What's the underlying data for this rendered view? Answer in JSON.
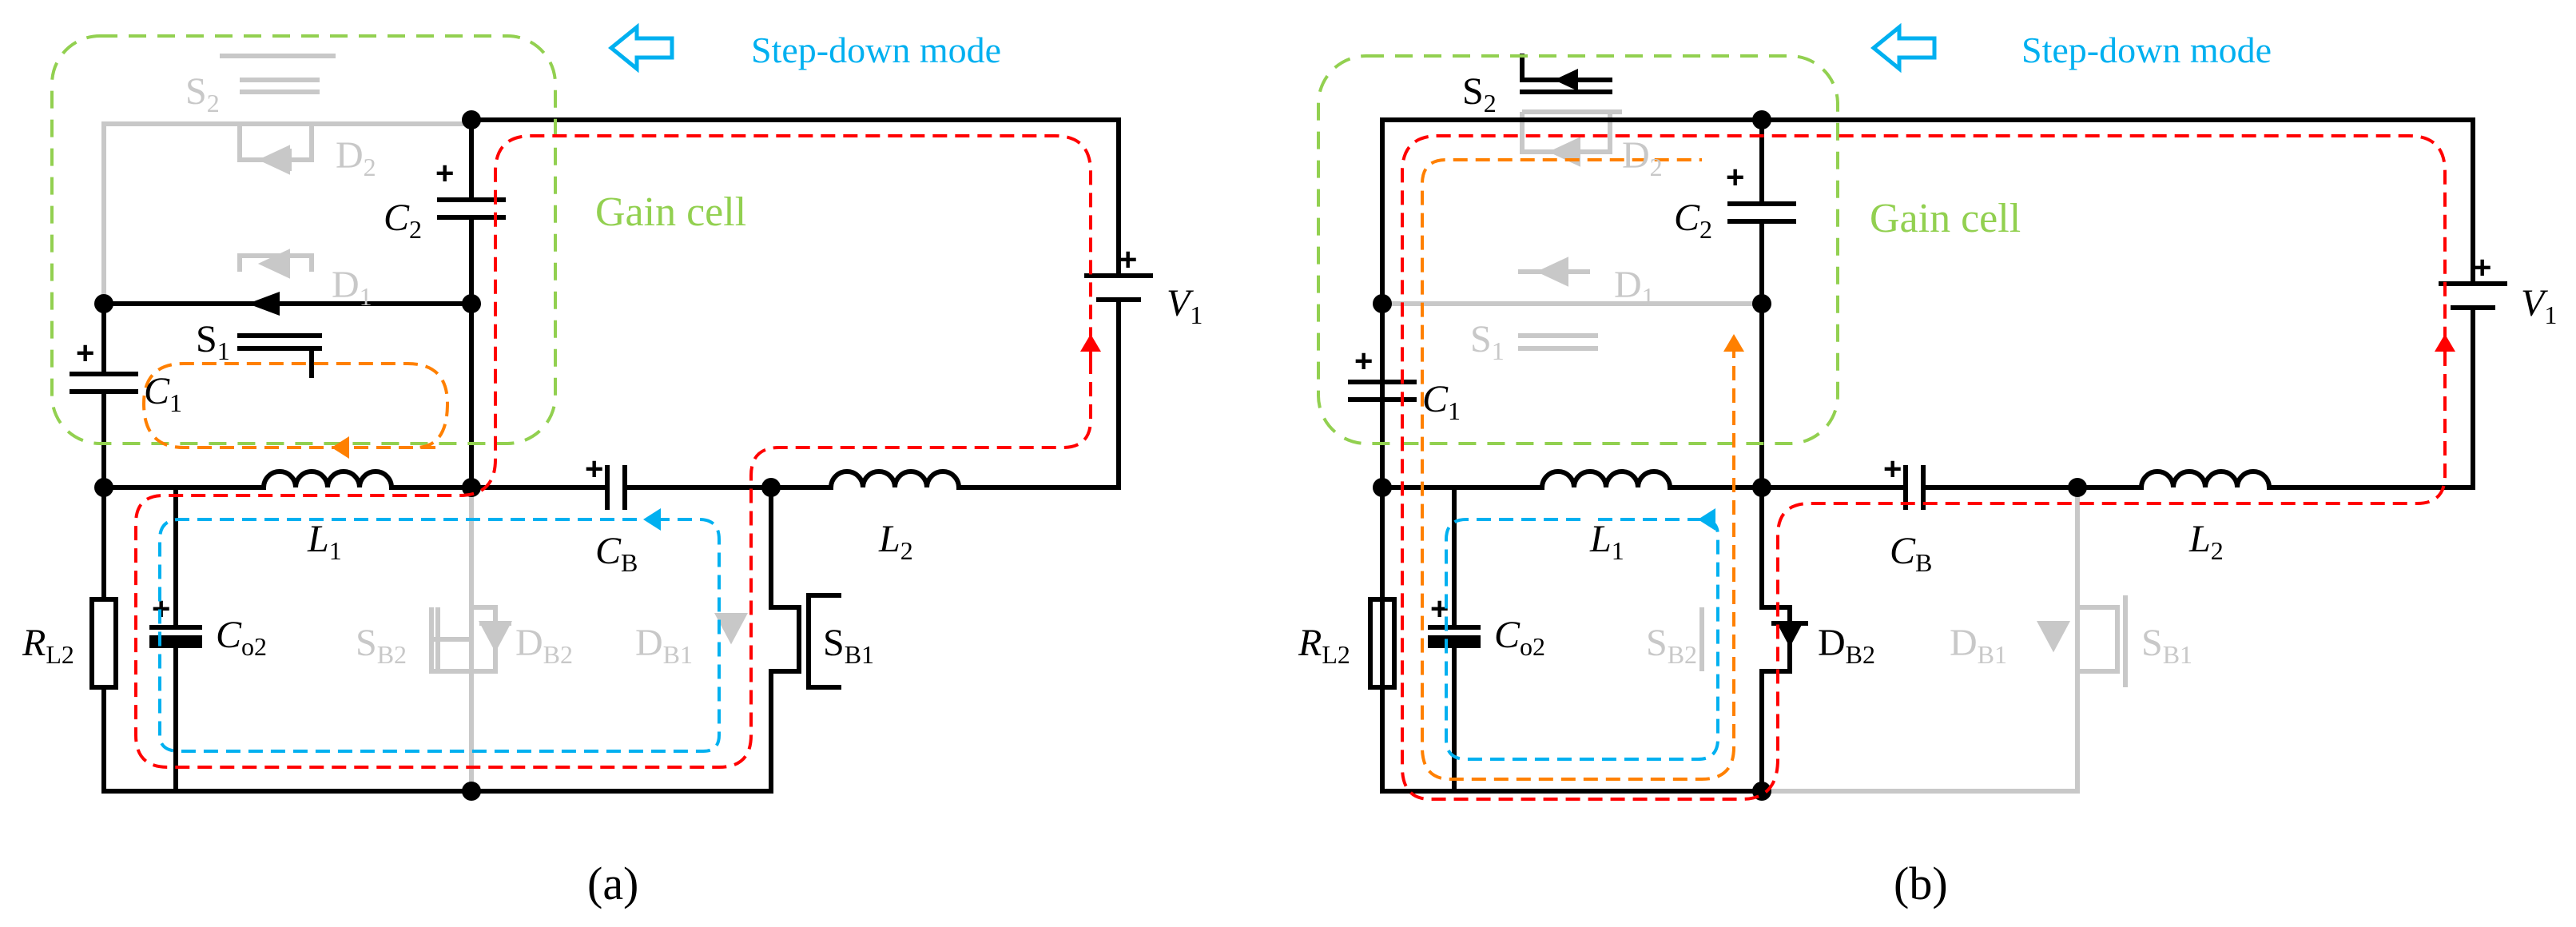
{
  "panels": [
    {
      "id": "a",
      "caption": "(a)",
      "mode_label": "Step-down mode",
      "cell_label": "Gain cell",
      "labels": {
        "S2": [
          "S",
          "2"
        ],
        "D2": [
          "D",
          "2"
        ],
        "C2": [
          "C",
          "2"
        ],
        "D1": [
          "D",
          "1"
        ],
        "S1": [
          "S",
          "1"
        ],
        "C1": [
          "C",
          "1"
        ],
        "L1": [
          "L",
          "1"
        ],
        "CB": [
          "C",
          "B"
        ],
        "L2": [
          "L",
          "2"
        ],
        "V1": [
          "V",
          "1"
        ],
        "RL2": [
          "R",
          "L2"
        ],
        "Co2": [
          "C",
          "o2"
        ],
        "SB2": [
          "S",
          "B2"
        ],
        "DB2": [
          "D",
          "B2"
        ],
        "DB1": [
          "D",
          "B1"
        ],
        "SB1": [
          "S",
          "B1"
        ]
      }
    },
    {
      "id": "b",
      "caption": "(b)",
      "mode_label": "Step-down mode",
      "cell_label": "Gain cell",
      "labels": {
        "S2": [
          "S",
          "2"
        ],
        "D2": [
          "D",
          "2"
        ],
        "C2": [
          "C",
          "2"
        ],
        "D1": [
          "D",
          "1"
        ],
        "S1": [
          "S",
          "1"
        ],
        "C1": [
          "C",
          "1"
        ],
        "L1": [
          "L",
          "1"
        ],
        "CB": [
          "C",
          "B"
        ],
        "L2": [
          "L",
          "2"
        ],
        "V1": [
          "V",
          "1"
        ],
        "RL2": [
          "R",
          "L2"
        ],
        "Co2": [
          "C",
          "o2"
        ],
        "SB2": [
          "S",
          "B2"
        ],
        "DB2": [
          "D",
          "B2"
        ],
        "DB1": [
          "D",
          "B1"
        ],
        "SB1": [
          "S",
          "B1"
        ]
      }
    }
  ],
  "colors": {
    "wire_active": "#000000",
    "wire_inactive": "#c8c8c8",
    "gain_cell_border": "#92d050",
    "mode_text": "#00b0f0",
    "path_red": "#ff0000",
    "path_orange": "#ff8000",
    "path_blue": "#00b0f0"
  }
}
